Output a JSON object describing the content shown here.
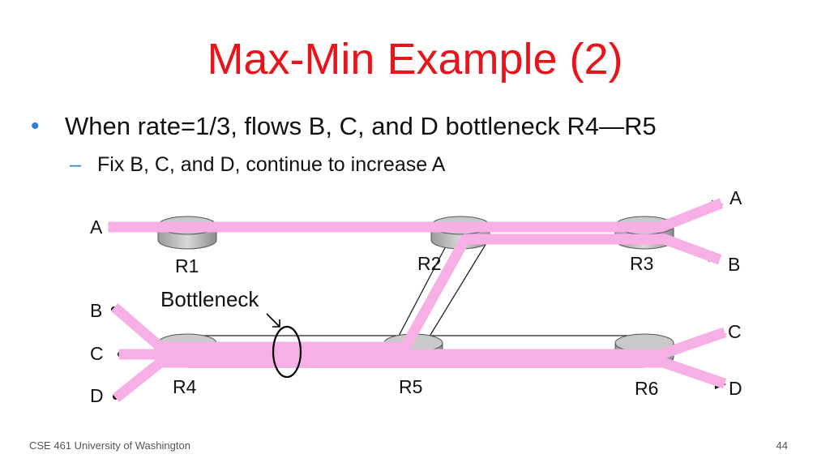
{
  "slide": {
    "title": "Max-Min Example (2)",
    "bullet": "When rate=1/3, flows B, C, and D bottleneck R4—R5",
    "sub_bullet": "Fix B, C, and D, continue to increase A",
    "footer_left": "CSE 461 University of Washington",
    "page_number": "44"
  },
  "diagram": {
    "routers": [
      "R1",
      "R2",
      "R3",
      "R4",
      "R5",
      "R6"
    ],
    "sources": [
      "A",
      "B",
      "C",
      "D"
    ],
    "destinations": [
      "A",
      "B",
      "C",
      "D"
    ],
    "annotation": "Bottleneck",
    "flow_color": "#f7b0e6",
    "title_color": "#e8141c",
    "bullet_color": "#2a7fd4"
  }
}
